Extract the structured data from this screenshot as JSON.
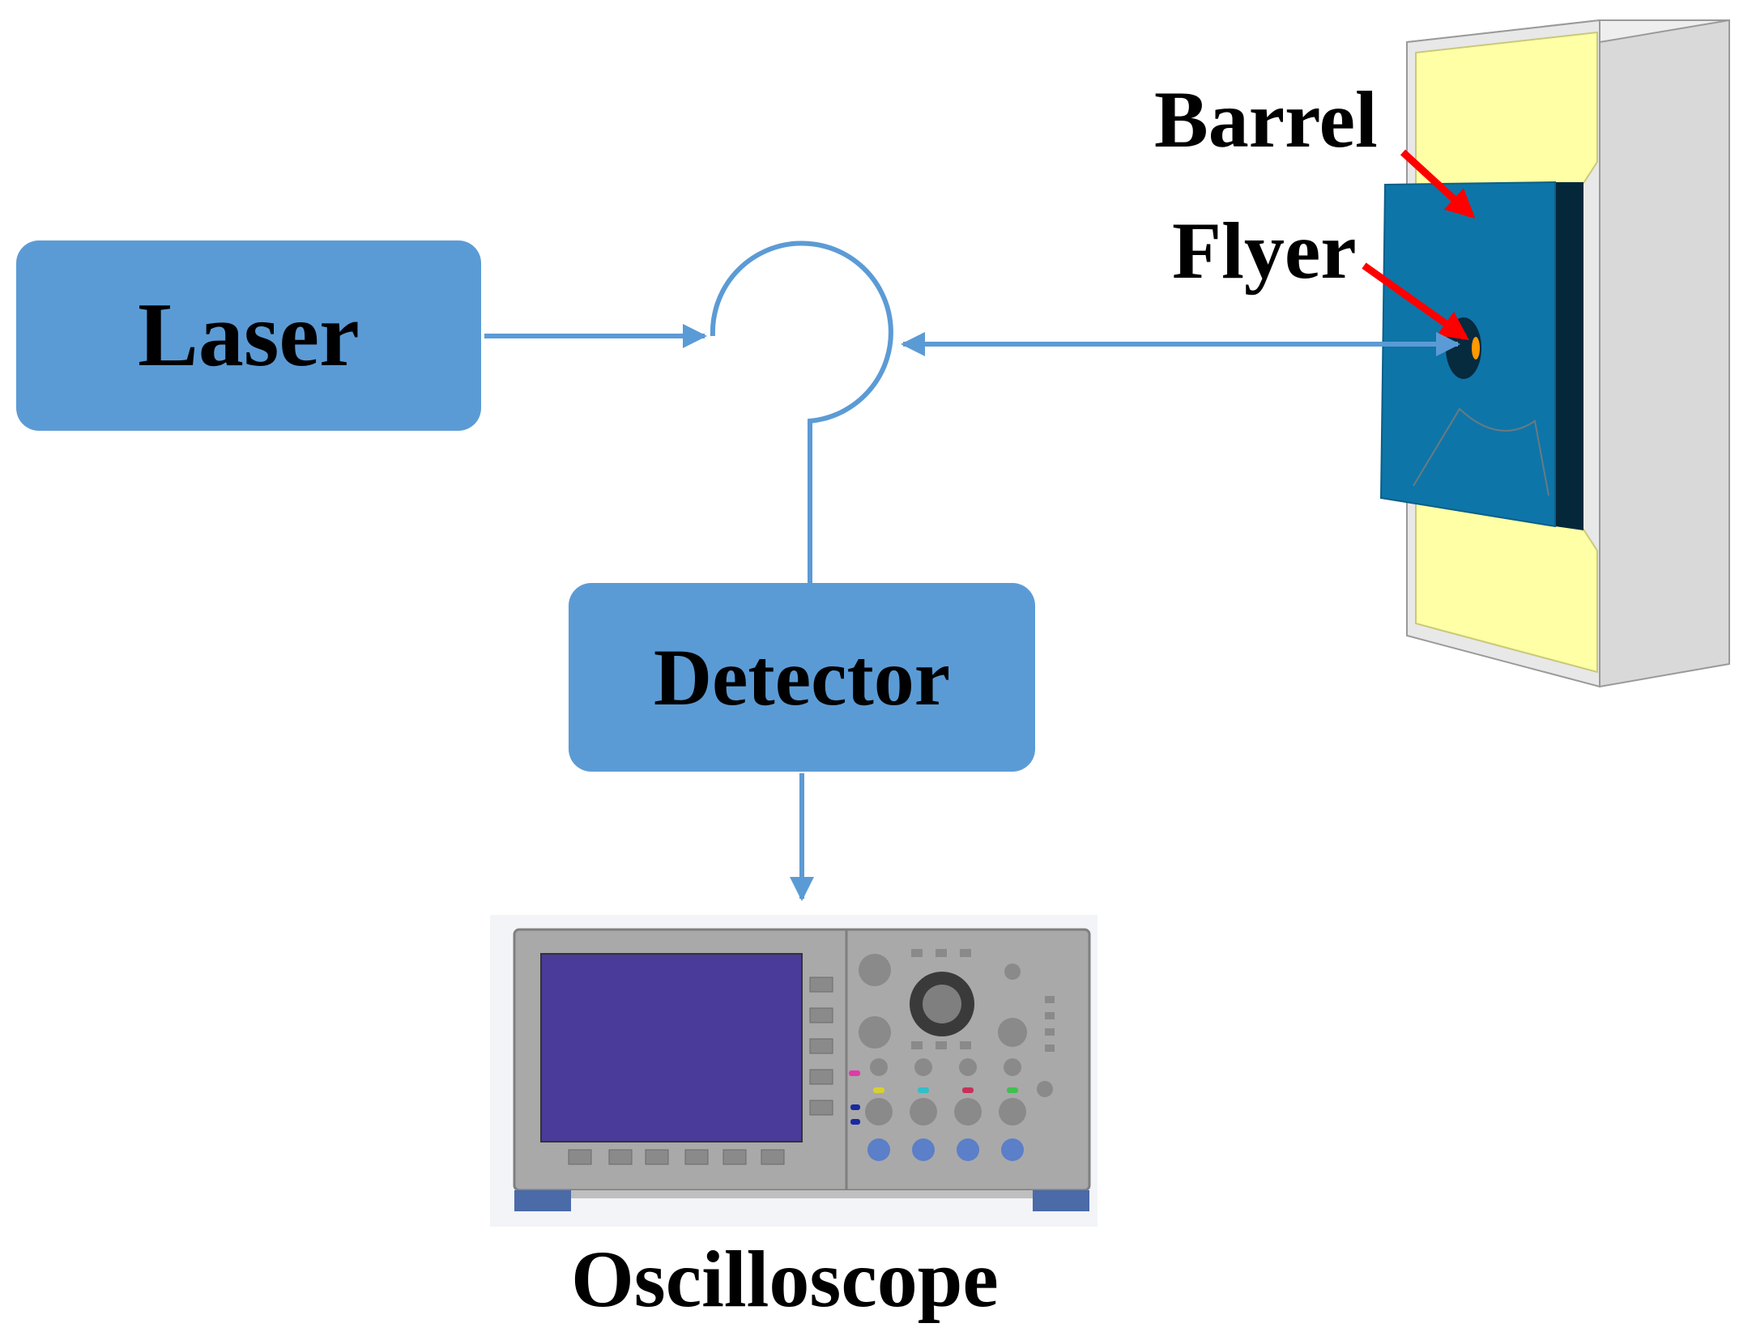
{
  "blocks": {
    "laser": "Laser",
    "detector": "Detector"
  },
  "labels": {
    "barrel": "Barrel",
    "flyer": "Flyer",
    "oscilloscope": "Oscilloscope"
  },
  "colors": {
    "block_fill": "#5b9bd5",
    "connector": "#5b9bd5",
    "pointer_arrow": "#ff0000",
    "barrel_body": "#0e75a8",
    "barrel_side": "#04283a",
    "holder_face": "#ffffa6",
    "holder_frame": "#d6d6d6",
    "scope_body": "#a8a8a8",
    "scope_screen": "#4a3a9a",
    "scope_feet": "#4a6aa8",
    "scope_knob": "#5b7fc8"
  }
}
